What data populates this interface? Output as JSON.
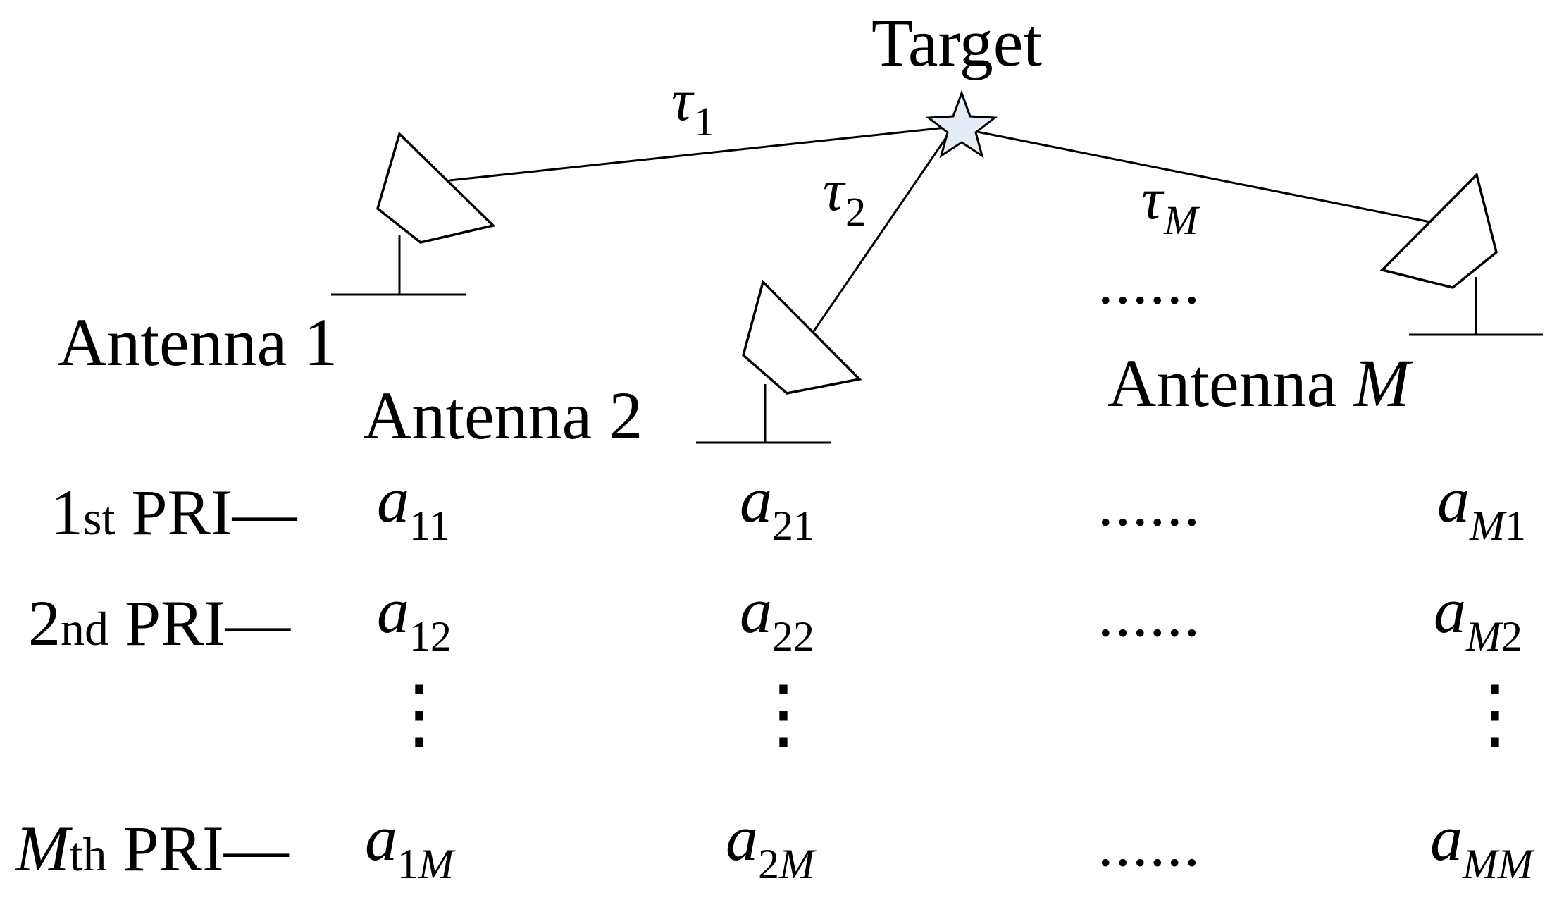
{
  "target": {
    "label": "Target",
    "star_fill": "#e6ecf6"
  },
  "antennas": [
    {
      "label": "Antenna 1",
      "delay_symbol": "τ",
      "delay_sub": "1"
    },
    {
      "label": "Antenna 2",
      "delay_symbol": "τ",
      "delay_sub": "2"
    },
    {
      "label_prefix": "Antenna ",
      "label_var": "M",
      "delay_symbol": "τ",
      "delay_sub": "M"
    }
  ],
  "ellipsis": "......",
  "rows": [
    {
      "num": "1",
      "suffix": "st",
      "label": " PRI—",
      "cells": [
        {
          "base": "a",
          "sub_1": "11",
          "sub_2": ""
        },
        {
          "base": "a",
          "sub_1": "21",
          "sub_2": ""
        },
        {
          "base": "a",
          "sub_i": "M",
          "sub_n": "1"
        }
      ]
    },
    {
      "num": "2",
      "suffix": "nd",
      "label": " PRI—",
      "cells": [
        {
          "base": "a",
          "sub_1": "12",
          "sub_2": ""
        },
        {
          "base": "a",
          "sub_1": "22",
          "sub_2": ""
        },
        {
          "base": "a",
          "sub_i": "M",
          "sub_n": "2"
        }
      ]
    },
    {
      "num_var": "M",
      "suffix": "th",
      "label": " PRI—",
      "cells": [
        {
          "base": "a",
          "sub_n": "1",
          "sub_i": "M"
        },
        {
          "base": "a",
          "sub_n": "2",
          "sub_i": "M"
        },
        {
          "base": "a",
          "sub_i": "MM"
        }
      ]
    }
  ],
  "vertical_ellipsis": "⋮"
}
